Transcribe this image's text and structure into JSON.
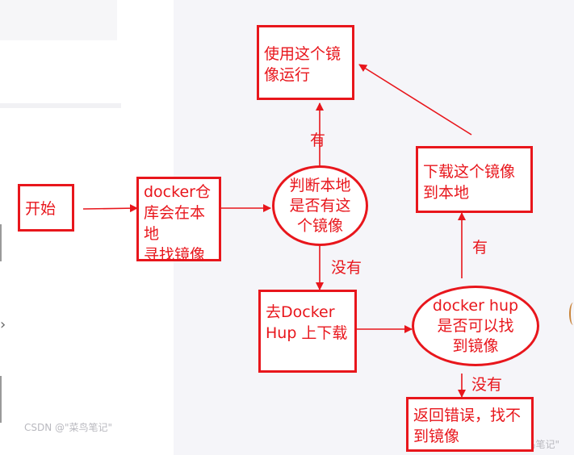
{
  "nodes": {
    "start": "开始",
    "search_local": "docker仓\n库会在本地\n寻找镜像",
    "check_local": "判断本地\n是否有这\n个镜像",
    "use_image": "使用这个镜\n像运行",
    "download_hub": "去Docker\nHup 上下载",
    "hub_exists": "docker hup\n是否可以找\n到镜像",
    "download_local": "下载这个镜像\n到本地",
    "error": "返回错误，找不\n到镜像"
  },
  "edge_labels": {
    "local_yes": "有",
    "local_no": "没有",
    "hub_yes": "有",
    "hub_no": "没有"
  },
  "watermarks": {
    "left": "CSDN @\"菜鸟笔记\"",
    "right": "CSDN @\"菜鸟笔记\""
  },
  "colors": {
    "accent": "#e8161c",
    "canvas": "#f5f5f9"
  }
}
